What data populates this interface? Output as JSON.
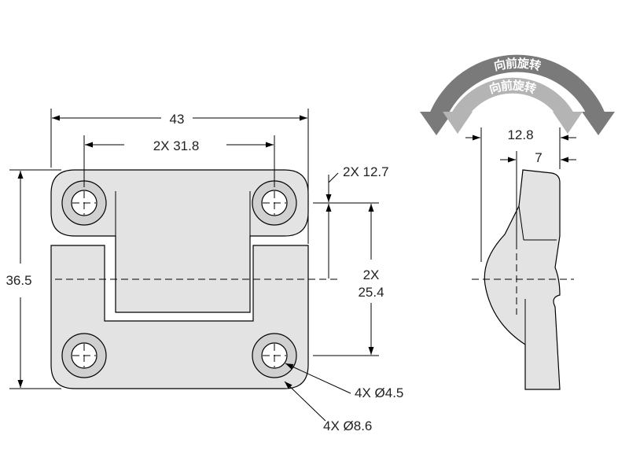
{
  "dimensions": {
    "overall_width": "43",
    "hole_spacing_x": "2X 31.8",
    "overall_height": "36.5",
    "offset_12_7": "2X 12.7",
    "hole_spacing_y_line1": "2X",
    "hole_spacing_y_line2": "25.4",
    "side_width": "12.8",
    "side_offset": "7",
    "hole_diameter": "4X Ø4.5",
    "counterbore_diameter": "4X Ø8.6"
  },
  "rotation_arrows": {
    "outer_label": "向前旋转",
    "inner_label": "向前旋转",
    "outer_color": "#7a7a7a",
    "inner_color": "#b4b4b4"
  },
  "colors": {
    "part_fill": "#e3e3e3",
    "line": "#000000"
  }
}
